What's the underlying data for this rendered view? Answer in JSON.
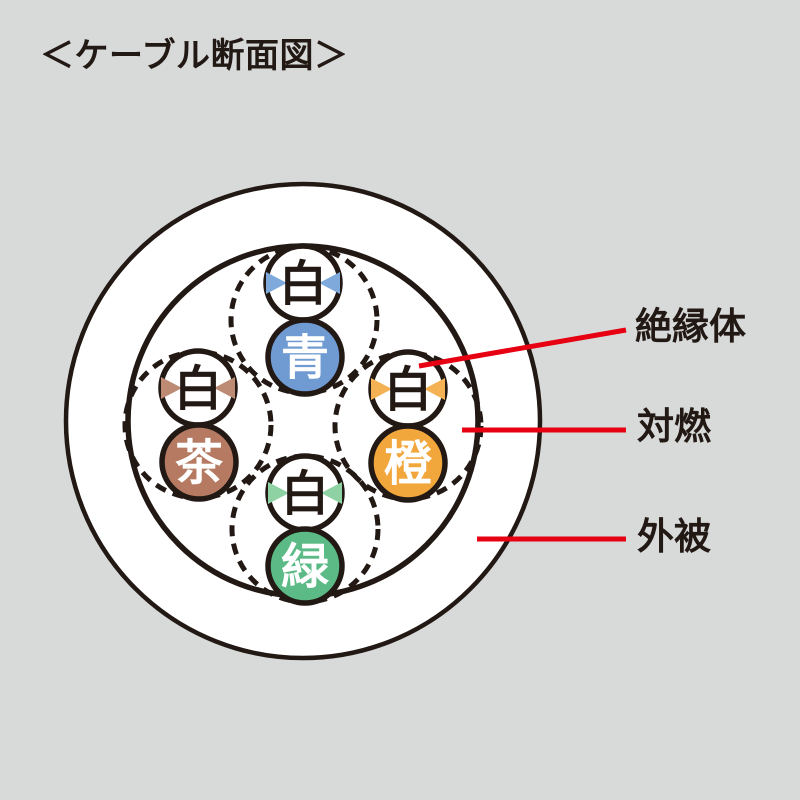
{
  "title": "＜ケーブル断面図＞",
  "colors": {
    "background": "#d8dada",
    "outline_black": "#221814",
    "annotation_red": "#e60012",
    "wire_white": "#ffffff",
    "blue": "#6f9bd2",
    "blue_stripe": "#7fa9db",
    "brown": "#b57a61",
    "brown_stripe": "#bd8a74",
    "orange": "#f2a73d",
    "orange_stripe": "#f4b254",
    "green": "#5bba85",
    "green_stripe": "#8ed2a4"
  },
  "pairs": [
    {
      "id": "blue",
      "white_label": "白",
      "color_label": "青"
    },
    {
      "id": "brown",
      "white_label": "白",
      "color_label": "茶"
    },
    {
      "id": "orange",
      "white_label": "白",
      "color_label": "橙"
    },
    {
      "id": "green",
      "white_label": "白",
      "color_label": "緑"
    }
  ],
  "annotations": [
    {
      "label": "絶縁体"
    },
    {
      "label": "対燃"
    },
    {
      "label": "外被"
    }
  ]
}
